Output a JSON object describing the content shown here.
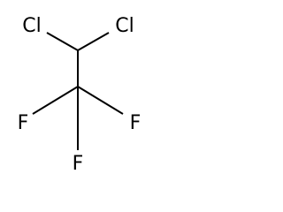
{
  "structure": {
    "atoms": {
      "cl_left": "Cl",
      "cl_right": "Cl",
      "f_left": "F",
      "f_right": "F",
      "f_bottom": "F"
    },
    "colors": {
      "bond": "#000000",
      "label": "#000000",
      "background": "#ffffff"
    }
  }
}
